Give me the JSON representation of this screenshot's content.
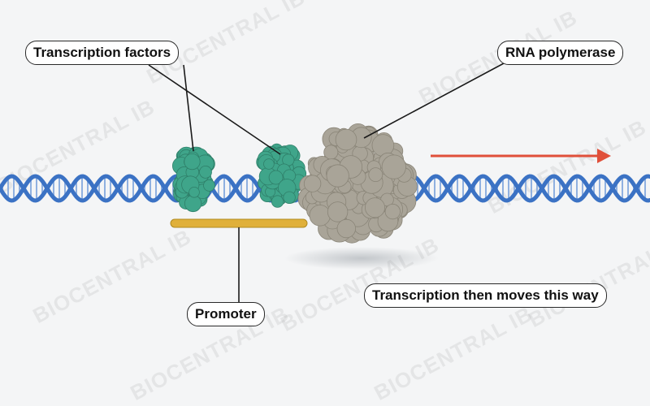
{
  "labels": {
    "transcription_factors": "Transcription factors",
    "rna_polymerase": "RNA polymerase",
    "promoter": "Promoter",
    "direction_note": "Transcription then moves this way"
  },
  "watermark": "BIOCENTRAL IB",
  "colors": {
    "dna_strand": "#3b72c4",
    "dna_rung": "#8fb0e0",
    "transcription_factor": "#3fa58a",
    "rna_polymerase": "#a9a498",
    "promoter_bar": "#e0b03a",
    "direction_arrow": "#e0503a",
    "leader_line": "#1a1a1a"
  }
}
